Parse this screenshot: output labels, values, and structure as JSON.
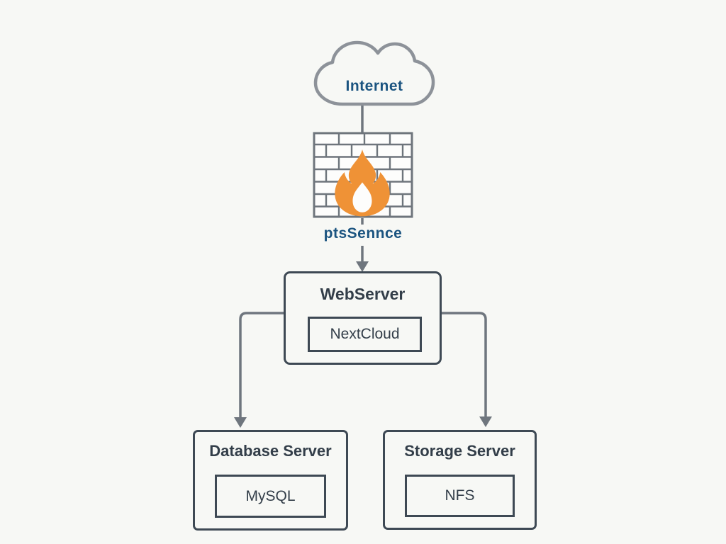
{
  "diagram": {
    "nodes": {
      "internet": {
        "label": "Internet"
      },
      "firewall": {
        "label": "ptsSennce"
      },
      "web_server": {
        "title": "WebServer",
        "component": "NextCloud"
      },
      "database_server": {
        "title": "Database Server",
        "component": "MySQL"
      },
      "storage_server": {
        "title": "Storage Server",
        "component": "NFS"
      }
    },
    "edges": [
      {
        "from": "internet",
        "to": "firewall",
        "arrow": false
      },
      {
        "from": "firewall",
        "to": "web_server",
        "arrow": true
      },
      {
        "from": "web_server",
        "to": "database_server",
        "arrow": true
      },
      {
        "from": "web_server",
        "to": "storage_server",
        "arrow": true
      }
    ],
    "colors": {
      "background": "#f7f8f5",
      "cloud_outline": "#8d9299",
      "connector": "#6f767e",
      "box_border": "#3e4954",
      "title_text": "#333e49",
      "blue_text": "#1b5480",
      "flame_orange": "#ef9236",
      "brick_line": "#6e757c",
      "brick_fill": "#fdfdfc"
    }
  }
}
